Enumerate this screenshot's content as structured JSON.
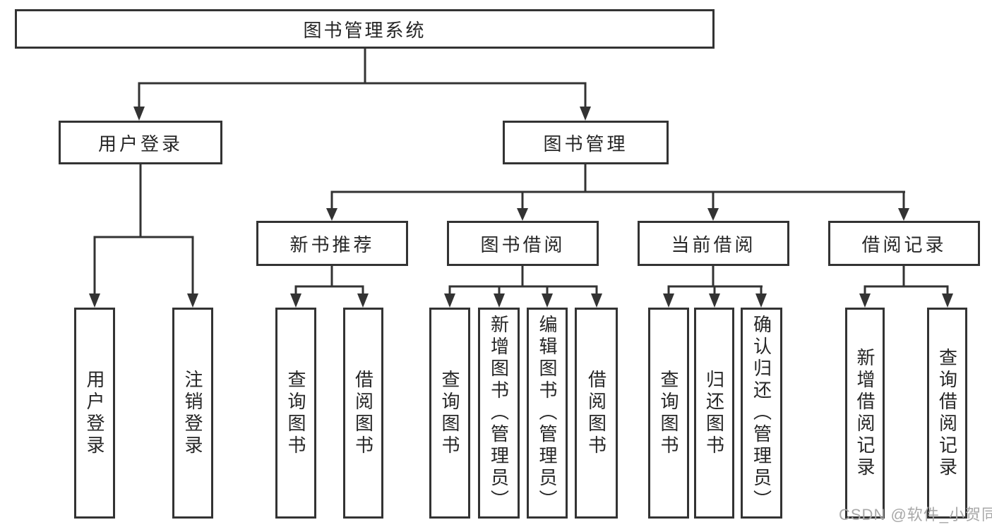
{
  "root": {
    "label": "图书管理系统"
  },
  "branches": [
    {
      "label": "用户登录",
      "children": [
        {
          "label": "用户登录"
        },
        {
          "label": "注销登录"
        }
      ]
    },
    {
      "label": "图书管理",
      "children": [
        {
          "label": "新书推荐",
          "children": [
            {
              "label": "查询图书"
            },
            {
              "label": "借阅图书"
            }
          ]
        },
        {
          "label": "图书借阅",
          "children": [
            {
              "label": "查询图书"
            },
            {
              "label": "新增图书（管理员）"
            },
            {
              "label": "编辑图书（管理员）"
            },
            {
              "label": "借阅图书"
            }
          ]
        },
        {
          "label": "当前借阅",
          "children": [
            {
              "label": "查询图书"
            },
            {
              "label": "归还图书"
            },
            {
              "label": "确认归还（管理员）"
            }
          ]
        },
        {
          "label": "借阅记录",
          "children": [
            {
              "label": "新增借阅记录"
            },
            {
              "label": "查询借阅记录"
            }
          ]
        }
      ]
    }
  ],
  "watermark": "CSDN @软件_小贺同学",
  "colors": {
    "line": "#333333",
    "box_border": "#333333",
    "text": "#262626",
    "watermark_text": "#a8a8a8",
    "background": "#ffffff"
  }
}
